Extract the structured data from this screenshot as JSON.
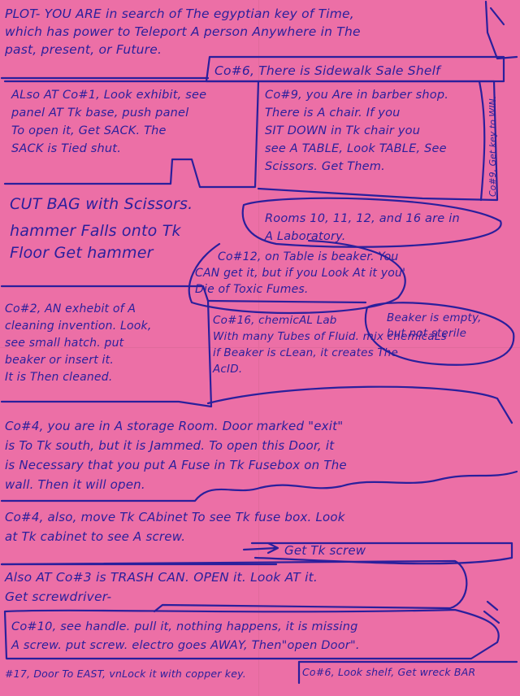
{
  "plot": {
    "line1": "PLOT- YOU ARE in search of The egyptian key of Time,",
    "line2": "which has power to Teleport A person Anywhere in The",
    "line3": "past, present, or Future.",
    "co6_shelf": "Co#6, There is Sidewalk Sale Shelf"
  },
  "co1": {
    "line1": "ALso AT Co#1, Look exhibit, see",
    "line2": "panel AT Tk base, push panel",
    "line3": "To open it, Get SACK. The",
    "line4": "SACK is Tied shut."
  },
  "co9": {
    "line1": "Co#9, you Are in barber shop.",
    "line2": "There is A chair. If you",
    "line3": "SIT DOWN in Tk chair you",
    "line4": "see A TABLE, Look TABLE, See",
    "line5": "Scissors. Get Them.",
    "side_note": "Co#9, Get key to WIN."
  },
  "cut_bag": {
    "line1": "CUT BAG with Scissors.",
    "line2": "hammer Falls onto Tk",
    "line3": "Floor Get hammer"
  },
  "rooms": {
    "line1": "Rooms 10, 11, 12, and 16 are in",
    "line2": "A Laboratory."
  },
  "co12": {
    "line1": "Co#12, on Table is beaker. You",
    "line2": "CAN get it, but if you Look At it you'",
    "line3": "Die of Toxic Fumes."
  },
  "beaker_empty": {
    "line1": "Beaker is empty,",
    "line2": "but not sterile"
  },
  "co2": {
    "line1": "Co#2, AN exhebit of A",
    "line2": "cleaning invention. Look,",
    "line3": "see small hatch. put",
    "line4": "beaker or insert it.",
    "line5": "It is Then cleaned."
  },
  "co16": {
    "line1": "Co#16, chemicAL Lab",
    "line2": "With many Tubes of Fluid. mix chemicaLs",
    "line3": "if Beaker is cLean, it creates The",
    "line4": "AcID."
  },
  "co4_storage": {
    "line1": "Co#4, you are in A storage Room. Door marked \"exit\"",
    "line2": "is To Tk south, but it is Jammed. To open this Door, it",
    "line3": "is Necessary that you put A Fuse in Tk Fusebox on The",
    "line4": "wall. Then it will open."
  },
  "co4_cabinet": {
    "line1": "Co#4, also, move Tk CAbinet To see Tk fuse box. Look",
    "line2": "at Tk cabinet to see A screw.",
    "line3": "Get Tk screw"
  },
  "co3": {
    "line1": "Also AT Co#3 is TRASH CAN. OPEN it. Look AT it.",
    "line2": "Get screwdriver-"
  },
  "co10": {
    "line1": "Co#10, see handle. pull it, nothing happens, it is missing",
    "line2": "A screw. put screw. electro goes AWAY, Then\"open Door\"."
  },
  "footer": {
    "co17": "#17, Door To EAST, vnLock it with copper key.",
    "co6": "Co#6, Look shelf, Get wreck BAR"
  },
  "colors": {
    "paper": "#ec6fa6",
    "ink": "#2a1f9c"
  }
}
